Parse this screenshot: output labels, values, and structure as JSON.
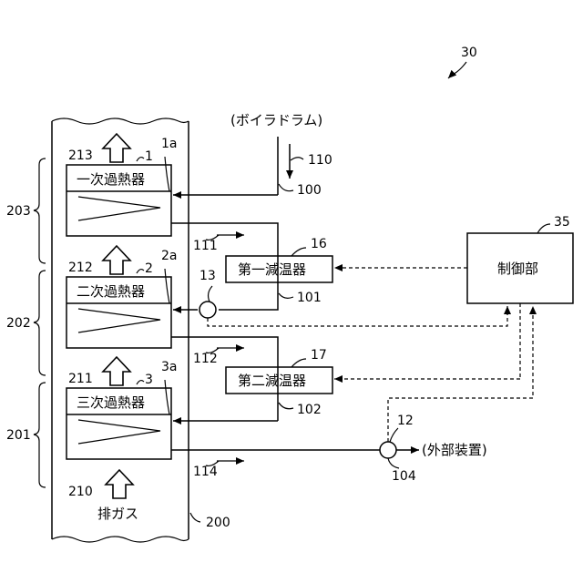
{
  "figure_number": "30",
  "boiler_drum": "(ボイラドラム)",
  "exhaust_gas": "排ガス",
  "external_device": "(外部装置)",
  "controller": {
    "label": "制御部",
    "ref": "35"
  },
  "superheaters": [
    {
      "label": "一次過熱器",
      "ref": "1",
      "tube_ref": "1a",
      "flow_ref": "213"
    },
    {
      "label": "二次過熱器",
      "ref": "2",
      "tube_ref": "2a",
      "flow_ref": "212"
    },
    {
      "label": "三次過熱器",
      "ref": "3",
      "tube_ref": "3a",
      "flow_ref": "211"
    }
  ],
  "attemperators": [
    {
      "label": "第一減温器",
      "ref": "16"
    },
    {
      "label": "第二減温器",
      "ref": "17"
    }
  ],
  "sensors": [
    {
      "ref": "13"
    },
    {
      "ref": "12"
    }
  ],
  "pipes": {
    "p100": "100",
    "p101": "101",
    "p102": "102",
    "p104": "104",
    "p110": "110",
    "p111": "111",
    "p112": "112",
    "p114": "114"
  },
  "zones": {
    "z201": "201",
    "z202": "202",
    "z203": "203"
  },
  "duct_ref": "200",
  "inlet_ref": "210"
}
